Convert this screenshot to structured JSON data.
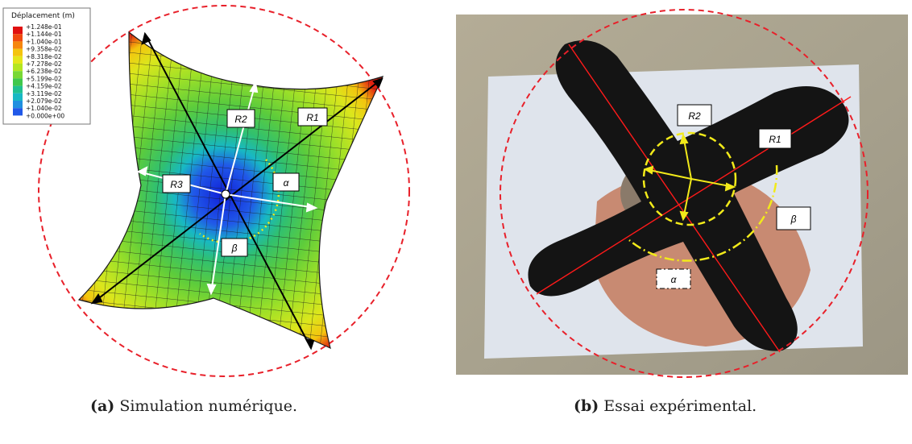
{
  "panel_a": {
    "legend": {
      "title": "Déplacement (m)",
      "entries": [
        "+1.248e-01",
        "+1.144e-01",
        "+1.040e-01",
        "+9.358e-02",
        "+8.318e-02",
        "+7.278e-02",
        "+6.238e-02",
        "+5.199e-02",
        "+4.159e-02",
        "+3.119e-02",
        "+2.079e-02",
        "+1.040e-02",
        "+0.000e+00"
      ],
      "colors": [
        "#e01010",
        "#f04a10",
        "#f6860e",
        "#f4c40e",
        "#e4e61a",
        "#b4e620",
        "#78d834",
        "#40c84c",
        "#20c090",
        "#18b8c4",
        "#2090e0",
        "#2058e8",
        "#1020d8"
      ]
    },
    "labels": {
      "r1": "R1",
      "r2": "R2",
      "r3": "R3",
      "alpha": "α",
      "beta": "β"
    }
  },
  "panel_b": {
    "labels": {
      "r1": "R1",
      "r2": "R2",
      "alpha": "α",
      "beta": "β"
    }
  },
  "captions": {
    "a_tag": "(a)",
    "a_text": " Simulation numérique.",
    "b_tag": "(b)",
    "b_text": " Essai expérimental."
  },
  "colors": {
    "circle": "#e8202a",
    "arrow_black": "#000000",
    "arrow_white": "#ffffff",
    "yellow": "#f2ea1a",
    "red_line": "#ff1a1a",
    "specimen": "#141414"
  }
}
